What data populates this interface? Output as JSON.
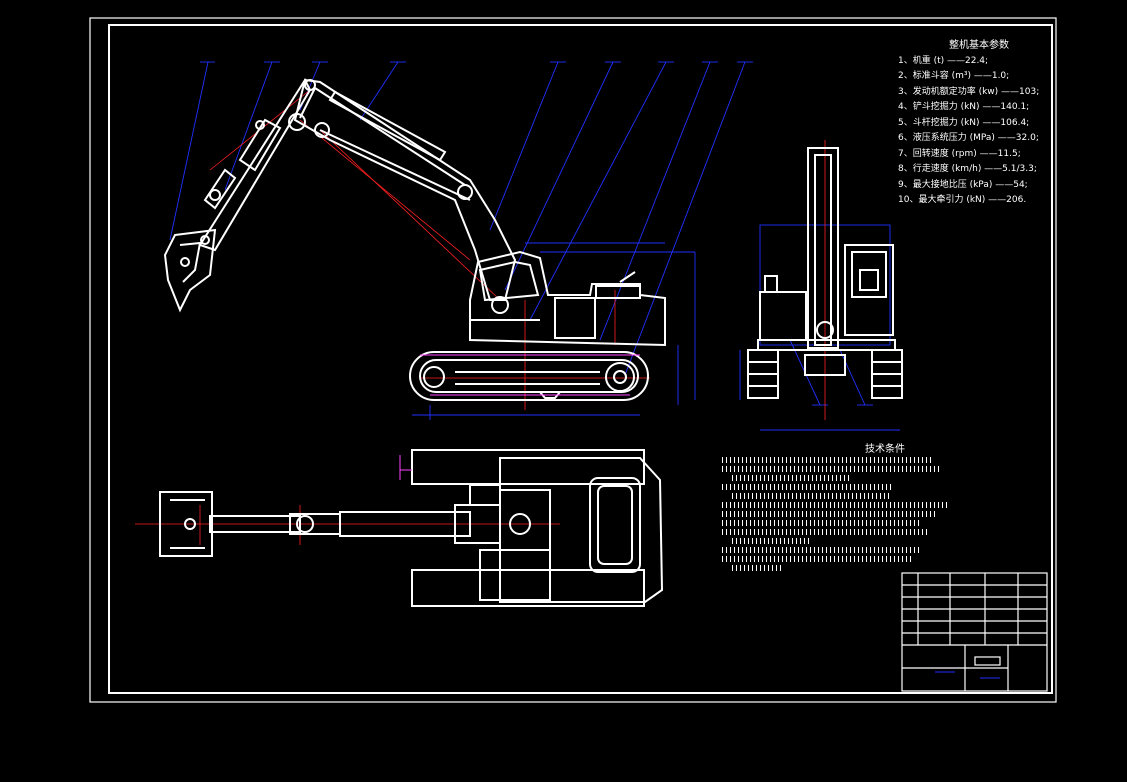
{
  "params": {
    "title": "整机基本参数",
    "items": [
      "1、机重 (t) ——22.4;",
      "2、标准斗容 (m³) ——1.0;",
      "3、发动机额定功率 (kw) ——103;",
      "4、铲斗挖掘力 (kN) ——140.1;",
      "5、斗杆挖掘力 (kN) ——106.4;",
      "6、液压系统压力 (MPa) ——32.0;",
      "7、回转速度 (rpm) ——11.5;",
      "8、行走速度 (km/h) ——5.1/3.3;",
      "9、最大接地比压 (kPa) ——54;",
      "10、最大牵引力 (kN) ——206."
    ]
  },
  "tech": {
    "title": "技术条件"
  },
  "colors": {
    "background": "#000000",
    "line": "#ffffff",
    "center_line": "#ff2020",
    "leader": "#2030ff",
    "hidden": "#ff40ff"
  }
}
